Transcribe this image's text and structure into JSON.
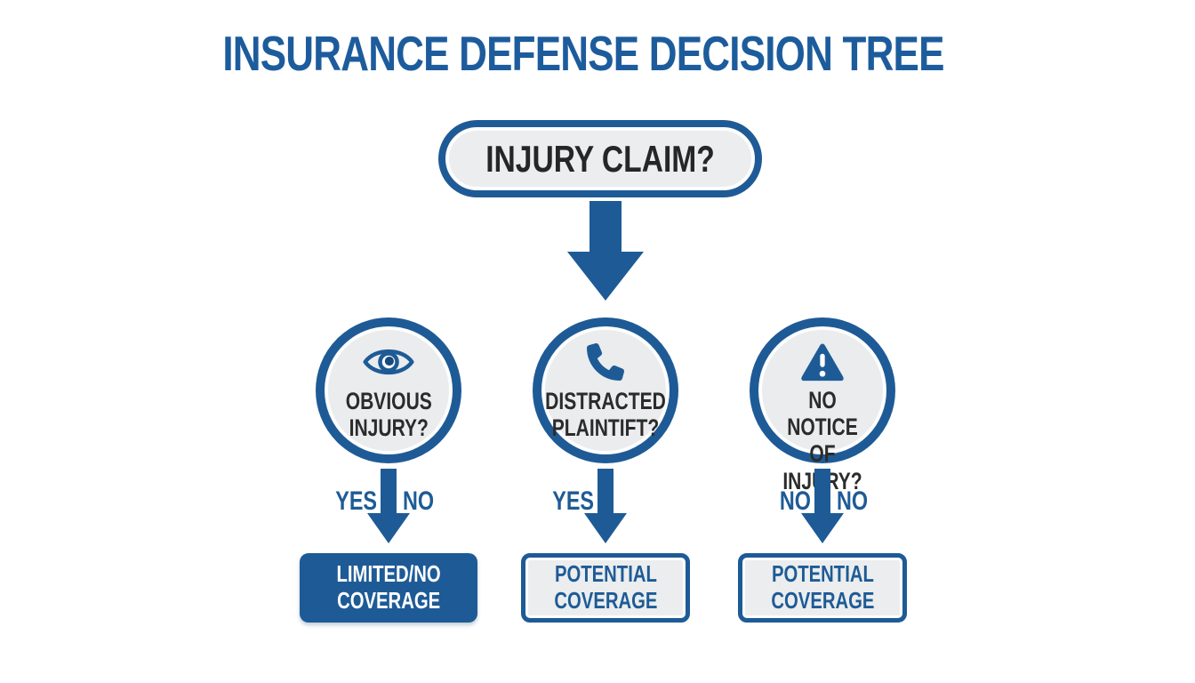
{
  "title": "INSURANCE DEFENSE DECISION TREE",
  "root": {
    "label": "INJURY CLAIM?"
  },
  "branches": [
    {
      "id": "obvious-injury",
      "icon": "eye-icon",
      "question": "OBVIOUS\nINJURY?",
      "left_label": "YES",
      "right_label": "NO",
      "result": "LIMITED/NO\nCOVERAGE",
      "result_style": "filled"
    },
    {
      "id": "distracted-plaintiff",
      "icon": "phone-icon",
      "question": "DISTRACTED\nPLAINTIFT?",
      "left_label": "YES",
      "right_label": "",
      "result": "POTENTIAL\nCOVERAGE",
      "result_style": "outline"
    },
    {
      "id": "no-notice-of-injury",
      "icon": "warning-icon",
      "question": "NO NOTICE\nOF INJURY?",
      "left_label": "NO",
      "right_label": "NO",
      "result": "POTENTIAL\nCOVERAGE",
      "result_style": "outline"
    }
  ],
  "colors": {
    "accent_blue": "#1e5b96",
    "panel_gray": "#ebedee",
    "text_dark": "#2b2b2b",
    "result_text_on_filled": "#ffffff"
  }
}
